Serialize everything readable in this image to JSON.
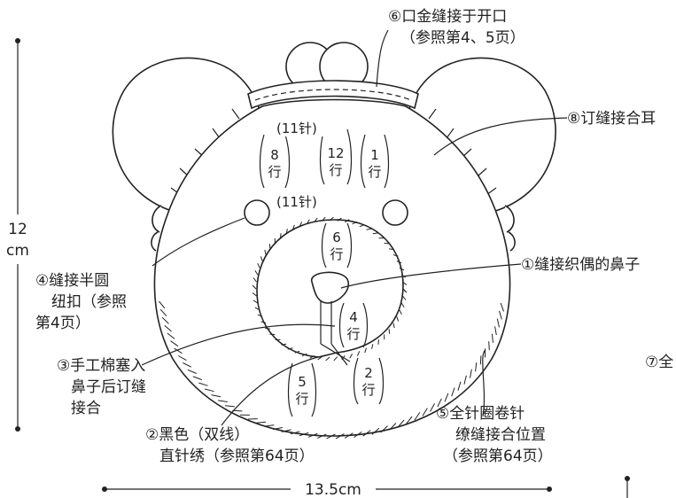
{
  "dimensions": {
    "height_value": "12",
    "height_unit": "cm",
    "width_label": "13.5cm"
  },
  "annotations": {
    "step6_line1": "⑥口金缝接于开口",
    "step6_line2": "（参照第4、5页）",
    "step8": "⑧订缝接合耳",
    "step1": "①缝接织偶的鼻子",
    "step4_line1": "④缝接半圆",
    "step4_line2": "纽扣（参照",
    "step4_line3": "第4页）",
    "step3_line1": "③手工棉塞入",
    "step3_line2": "鼻子后订缝",
    "step3_line3": "接合",
    "step2_line1": "②黑色（双线）",
    "step2_line2": "直针绣（参照第64页）",
    "step5_line1": "⑤全针圈卷针",
    "step5_line2": "缭缝接合位置",
    "step5_line3": "（参照第64页）",
    "step7_partial": "⑦全"
  },
  "counts": {
    "stitches_top": "(11针)",
    "stitches_mid": "(11针)",
    "rows_8": [
      "8",
      "行"
    ],
    "rows_12": [
      "12",
      "行"
    ],
    "rows_1": [
      "1",
      "行"
    ],
    "rows_6": [
      "6",
      "行"
    ],
    "rows_4": [
      "4",
      "行"
    ],
    "rows_2": [
      "2",
      "行"
    ],
    "rows_5": [
      "5",
      "行"
    ]
  }
}
